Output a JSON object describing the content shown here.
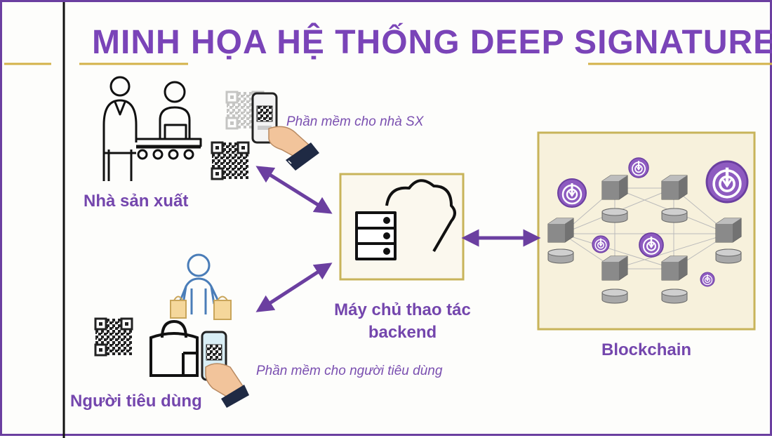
{
  "title": "MINH HỌA HỆ THỐNG DEEP SIGNATURE",
  "nodes": {
    "producer": {
      "label": "Nhà sản xuất",
      "software_caption": "Phần mềm cho nhà SX"
    },
    "consumer": {
      "label": "Người tiêu dùng",
      "software_caption": "Phần mềm cho người tiêu dùng"
    },
    "server": {
      "label_line1": "Máy chủ thao tác",
      "label_line2": "backend"
    },
    "blockchain": {
      "label": "Blockchain"
    }
  },
  "icons": [
    "factory-workers-icon",
    "qr-code-icon",
    "phone-in-hand-icon",
    "shopper-icon",
    "shopping-bags-icon",
    "server-cloud-icon",
    "blockchain-network-icon",
    "bidirectional-arrow-icon"
  ],
  "colors": {
    "accent": "#7a44b8",
    "frame": "#c8b45a",
    "gold_rule": "#d4b24a",
    "arrow": "#6b3fa0",
    "network_cube": "#9a9a9a",
    "node_badge": "#8e5bc0"
  }
}
